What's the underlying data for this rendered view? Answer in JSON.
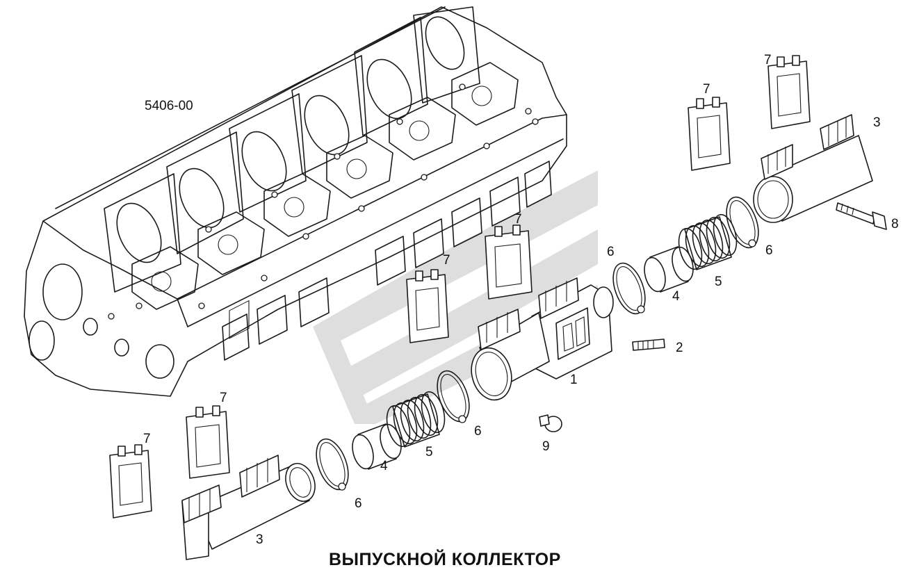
{
  "diagram": {
    "title": "ВЫПУСКНОЙ КОЛЛЕКТОР",
    "assembly_code": "5406-00",
    "callouts": [
      "1",
      "2",
      "3",
      "3",
      "4",
      "4",
      "5",
      "5",
      "6",
      "6",
      "6",
      "6",
      "7",
      "7",
      "7",
      "7",
      "7",
      "7",
      "8",
      "9"
    ]
  }
}
